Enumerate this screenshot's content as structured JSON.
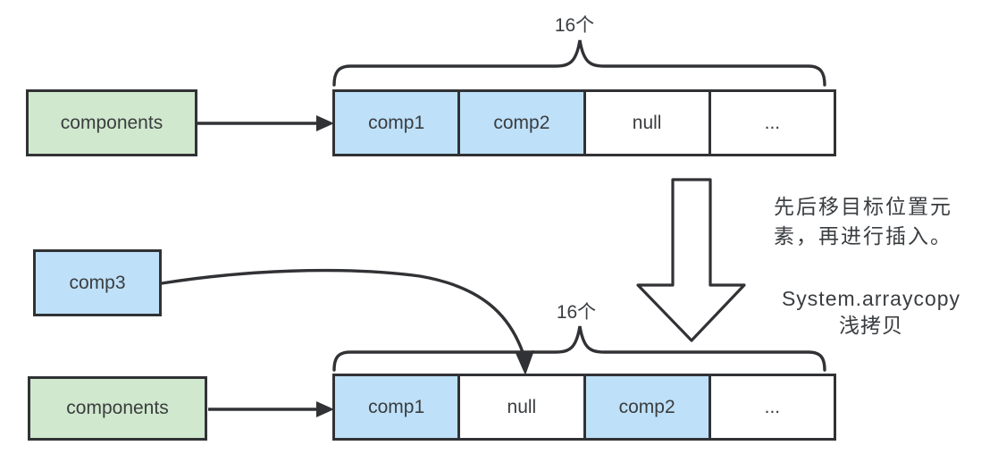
{
  "colors": {
    "background": "#ffffff",
    "outline": "#313235",
    "cell_blue": "#bee0f8",
    "box_green": "#d0e8cd",
    "text": "#3a3d40"
  },
  "top_section": {
    "pointer_box_label": "components",
    "count_label": "16个",
    "cells": [
      {
        "label": "comp1",
        "fill": "blue"
      },
      {
        "label": "comp2",
        "fill": "blue"
      },
      {
        "label": "null",
        "fill": "white"
      },
      {
        "label": "...",
        "fill": "white"
      }
    ]
  },
  "bottom_section": {
    "pointer_box_label": "components",
    "count_label": "16个",
    "cells": [
      {
        "label": "comp1",
        "fill": "blue"
      },
      {
        "label": "null",
        "fill": "white"
      },
      {
        "label": "comp2",
        "fill": "blue"
      },
      {
        "label": "...",
        "fill": "white"
      }
    ]
  },
  "insert_box": {
    "label": "comp3"
  },
  "notes": {
    "step_lines": [
      "先后移目标位置元",
      "素，再进行插入。"
    ],
    "api_lines": [
      "System.arraycopy",
      "浅拷贝"
    ]
  }
}
